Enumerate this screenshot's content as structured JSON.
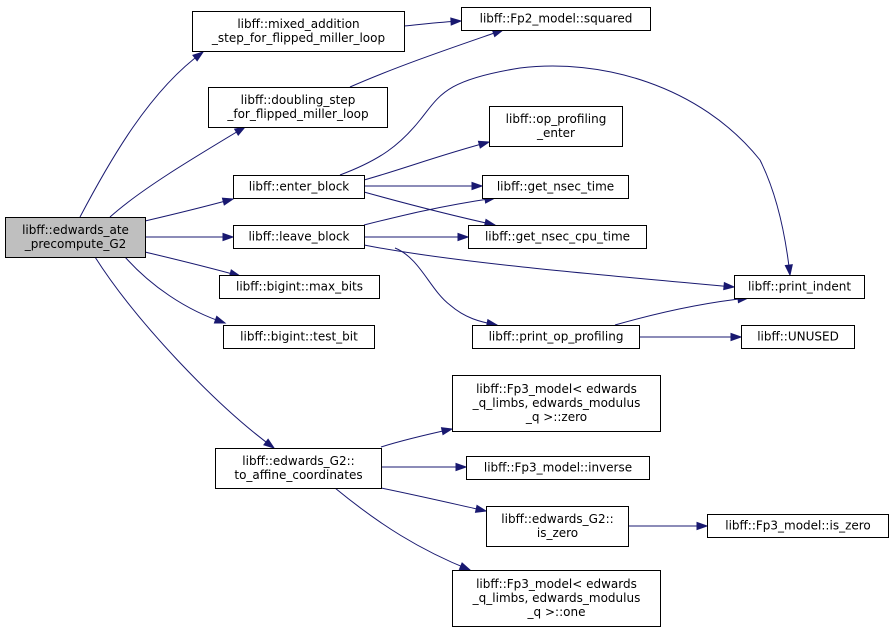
{
  "graph": {
    "nodes": [
      {
        "id": "root",
        "lines": [
          "libff::edwards_ate",
          "_precompute_G2"
        ],
        "highlight": true
      },
      {
        "id": "mixed",
        "lines": [
          "libff::mixed_addition",
          "_step_for_flipped_miller_loop"
        ]
      },
      {
        "id": "squared",
        "lines": [
          "libff::Fp2_model::squared"
        ]
      },
      {
        "id": "doubling",
        "lines": [
          "libff::doubling_step",
          "_for_flipped_miller_loop"
        ]
      },
      {
        "id": "op_enter",
        "lines": [
          "libff::op_profiling",
          "_enter"
        ]
      },
      {
        "id": "enter_block",
        "lines": [
          "libff::enter_block"
        ]
      },
      {
        "id": "get_nsec",
        "lines": [
          "libff::get_nsec_time"
        ]
      },
      {
        "id": "leave_block",
        "lines": [
          "libff::leave_block"
        ]
      },
      {
        "id": "get_cpu",
        "lines": [
          "libff::get_nsec_cpu_time"
        ]
      },
      {
        "id": "max_bits",
        "lines": [
          "libff::bigint::max_bits"
        ]
      },
      {
        "id": "print_indent",
        "lines": [
          "libff::print_indent"
        ]
      },
      {
        "id": "test_bit",
        "lines": [
          "libff::bigint::test_bit"
        ]
      },
      {
        "id": "print_op",
        "lines": [
          "libff::print_op_profiling"
        ]
      },
      {
        "id": "unused",
        "lines": [
          "libff::UNUSED"
        ]
      },
      {
        "id": "fp3_zero",
        "lines": [
          "libff::Fp3_model< edwards",
          "_q_limbs, edwards_modulus",
          "_q >::zero"
        ]
      },
      {
        "id": "to_affine",
        "lines": [
          "libff::edwards_G2::",
          "to_affine_coordinates"
        ]
      },
      {
        "id": "inverse",
        "lines": [
          "libff::Fp3_model::inverse"
        ]
      },
      {
        "id": "g2_is_zero",
        "lines": [
          "libff::edwards_G2::",
          "is_zero"
        ]
      },
      {
        "id": "fp3_is_zero",
        "lines": [
          "libff::Fp3_model::is_zero"
        ]
      },
      {
        "id": "fp3_one",
        "lines": [
          "libff::Fp3_model< edwards",
          "_q_limbs, edwards_modulus",
          "_q >::one"
        ]
      }
    ],
    "edges": [
      {
        "from": "root",
        "to": "mixed"
      },
      {
        "from": "root",
        "to": "doubling"
      },
      {
        "from": "root",
        "to": "enter_block"
      },
      {
        "from": "root",
        "to": "leave_block"
      },
      {
        "from": "root",
        "to": "max_bits"
      },
      {
        "from": "root",
        "to": "test_bit"
      },
      {
        "from": "root",
        "to": "to_affine"
      },
      {
        "from": "mixed",
        "to": "squared"
      },
      {
        "from": "doubling",
        "to": "squared"
      },
      {
        "from": "enter_block",
        "to": "print_indent"
      },
      {
        "from": "enter_block",
        "to": "op_enter"
      },
      {
        "from": "enter_block",
        "to": "get_nsec"
      },
      {
        "from": "enter_block",
        "to": "get_cpu"
      },
      {
        "from": "leave_block",
        "to": "get_nsec"
      },
      {
        "from": "leave_block",
        "to": "get_cpu"
      },
      {
        "from": "leave_block",
        "to": "print_indent"
      },
      {
        "from": "leave_block",
        "to": "print_op"
      },
      {
        "from": "print_op",
        "to": "print_indent"
      },
      {
        "from": "print_op",
        "to": "unused"
      },
      {
        "from": "to_affine",
        "to": "fp3_zero"
      },
      {
        "from": "to_affine",
        "to": "inverse"
      },
      {
        "from": "to_affine",
        "to": "g2_is_zero"
      },
      {
        "from": "to_affine",
        "to": "fp3_one"
      },
      {
        "from": "g2_is_zero",
        "to": "fp3_is_zero"
      }
    ]
  }
}
